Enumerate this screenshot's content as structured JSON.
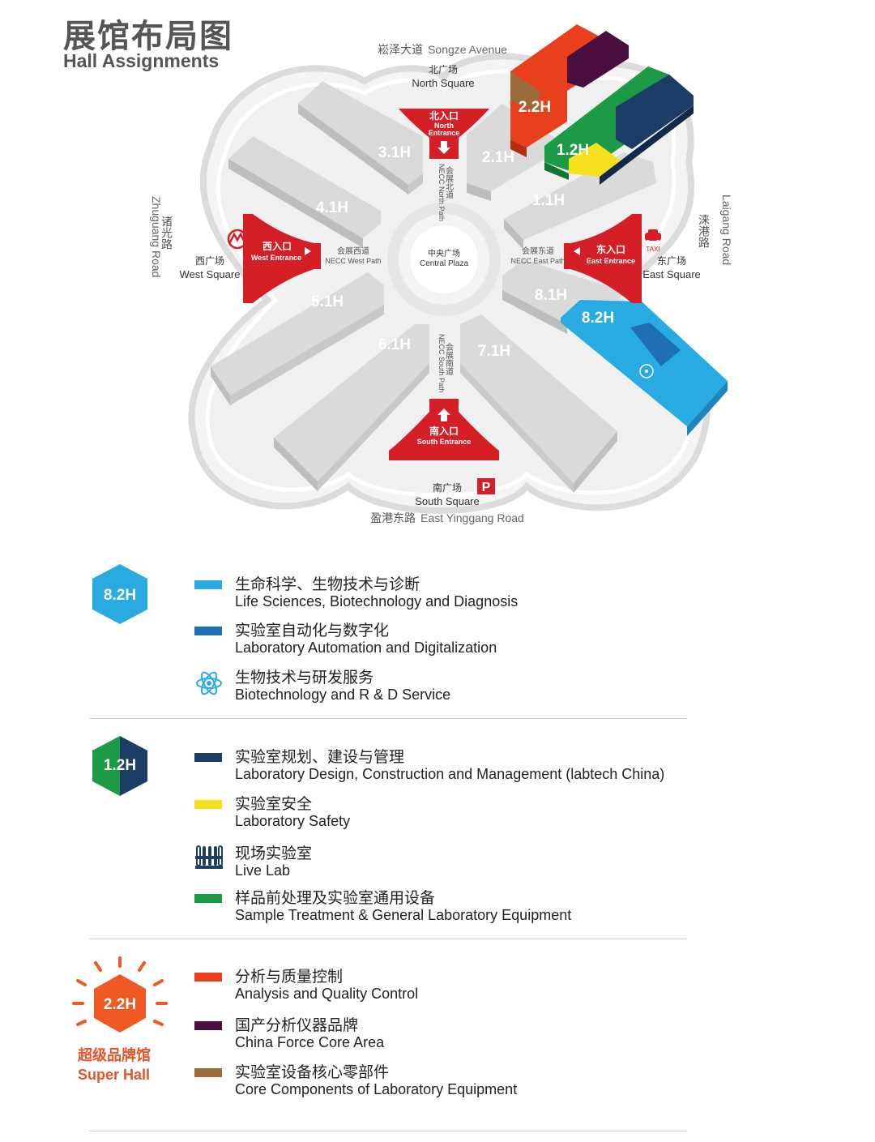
{
  "header": {
    "title_zh": "展馆布局图",
    "title_en": "Hall Assignments"
  },
  "map": {
    "roads": {
      "north_zh": "崧泽大道",
      "north_en": "Songze Avenue",
      "south_zh": "盈港东路",
      "south_en": "East Yinggang Road",
      "west_zh": "诸光路",
      "west_en": "Zhuguang Road",
      "east_zh": "涞港路",
      "east_en": "Laigang Road"
    },
    "squares": {
      "north_zh": "北广场",
      "north_en": "North Square",
      "south_zh": "南广场",
      "south_en": "South Square",
      "west_zh": "西广场",
      "west_en": "West Square",
      "east_zh": "东广场",
      "east_en": "East Square",
      "central_zh": "中央广场",
      "central_en": "Central Plaza"
    },
    "entrances": {
      "north_zh": "北入口",
      "north_en1": "North",
      "north_en2": "Entrance",
      "south_zh": "南入口",
      "south_en": "South Entrance",
      "west_zh": "西入口",
      "west_en": "West Entrance",
      "east_zh": "东入口",
      "east_en": "East Entrance"
    },
    "paths": {
      "north_zh": "会展北道",
      "north_en": "NECC North Path",
      "south_zh": "会展南道",
      "south_en": "NECC South Path",
      "west_zh": "会展西道",
      "west_en": "NECC West Path",
      "east_zh": "会展东道",
      "east_en": "NECC East Path"
    },
    "halls": {
      "h31": "3.1H",
      "h21": "2.1H",
      "h41": "4.1H",
      "h11": "1.1H",
      "h51": "5.1H",
      "h81": "8.1H",
      "h61": "6.1H",
      "h71": "7.1H",
      "h22": "2.2H",
      "h12": "1.2H",
      "h82": "8.2H"
    },
    "taxi": "TAXI",
    "parking": "P"
  },
  "colors": {
    "life_sciences": "#29abe2",
    "automation": "#1f6fb5",
    "design": "#1b3d66",
    "safety": "#f5e11b",
    "sample": "#1c9a45",
    "analysis": "#e8401c",
    "china_force": "#4a0f3f",
    "components": "#9c6b3c",
    "entrance_red": "#d51f26",
    "super_orange": "#ef5a24"
  },
  "legend": {
    "h82": {
      "badge": "8.2H",
      "items": [
        {
          "zh": "生命科学、生物技术与诊断",
          "en": "Life Sciences, Biotechnology and Diagnosis",
          "icon": "swatch"
        },
        {
          "zh": "实验室自动化与数字化",
          "en": "Laboratory Automation and Digitalization",
          "icon": "swatch"
        },
        {
          "zh": "生物技术与研发服务",
          "en": "Biotechnology and R & D Service",
          "icon": "atom-icon"
        }
      ]
    },
    "h12": {
      "badge": "1.2H",
      "items": [
        {
          "zh": "实验室规划、建设与管理",
          "en": "Laboratory Design, Construction and Management (labtech China)",
          "icon": "swatch"
        },
        {
          "zh": "实验室安全",
          "en": "Laboratory Safety",
          "icon": "swatch"
        },
        {
          "zh": "现场实验室",
          "en": "Live Lab",
          "icon": "test-tubes-icon"
        },
        {
          "zh": "样品前处理及实验室通用设备",
          "en": "Sample Treatment & General Laboratory Equipment",
          "icon": "swatch"
        }
      ]
    },
    "h22": {
      "badge": "2.2H",
      "super_zh": "超级品牌馆",
      "super_en": "Super Hall",
      "items": [
        {
          "zh": "分析与质量控制",
          "en": "Analysis and Quality Control",
          "icon": "swatch"
        },
        {
          "zh": "国产分析仪器品牌",
          "en": "China Force Core Area",
          "icon": "swatch"
        },
        {
          "zh": "实验室设备核心零部件",
          "en": "Core Components of Laboratory Equipment",
          "icon": "swatch"
        }
      ]
    }
  }
}
